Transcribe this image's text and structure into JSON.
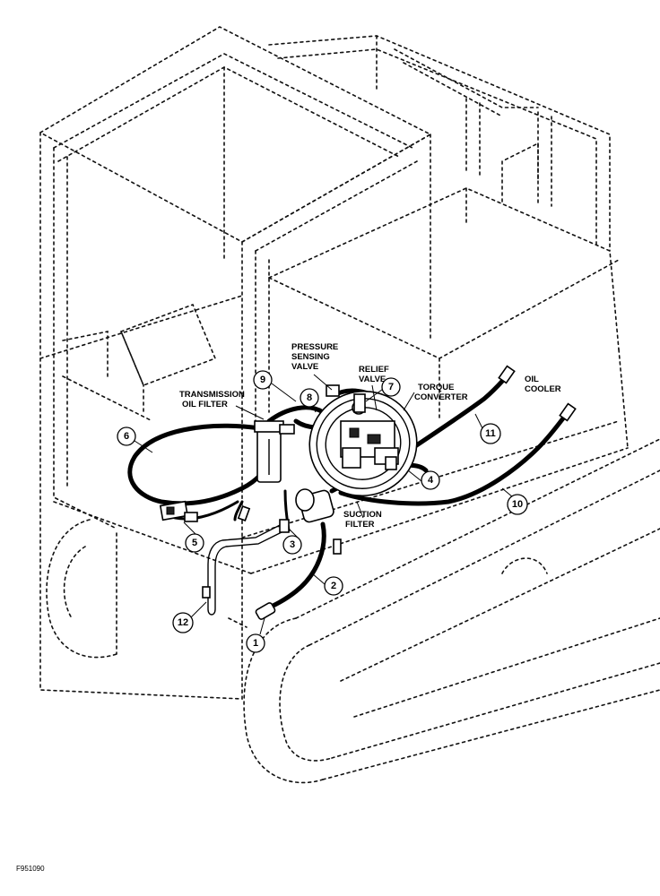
{
  "labels": {
    "pressure_sensing_valve_line1": "PRESSURE",
    "pressure_sensing_valve_line2": "SENSING",
    "pressure_sensing_valve_line3": "VALVE",
    "relief_valve_line1": "RELIEF",
    "relief_valve_line2": "VALVE",
    "torque_converter_line1": "TORQUE",
    "torque_converter_line2": "CONVERTER",
    "oil_cooler_line1": "OIL",
    "oil_cooler_line2": "COOLER",
    "transmission_oil_filter_line1": "TRANSMISSION",
    "transmission_oil_filter_line2": "OIL FILTER",
    "suction_filter_line1": "SUCTION",
    "suction_filter_line2": "FILTER"
  },
  "callouts": [
    "1",
    "2",
    "3",
    "4",
    "5",
    "6",
    "7",
    "8",
    "9",
    "10",
    "11",
    "12"
  ],
  "figure_id": "F951090"
}
